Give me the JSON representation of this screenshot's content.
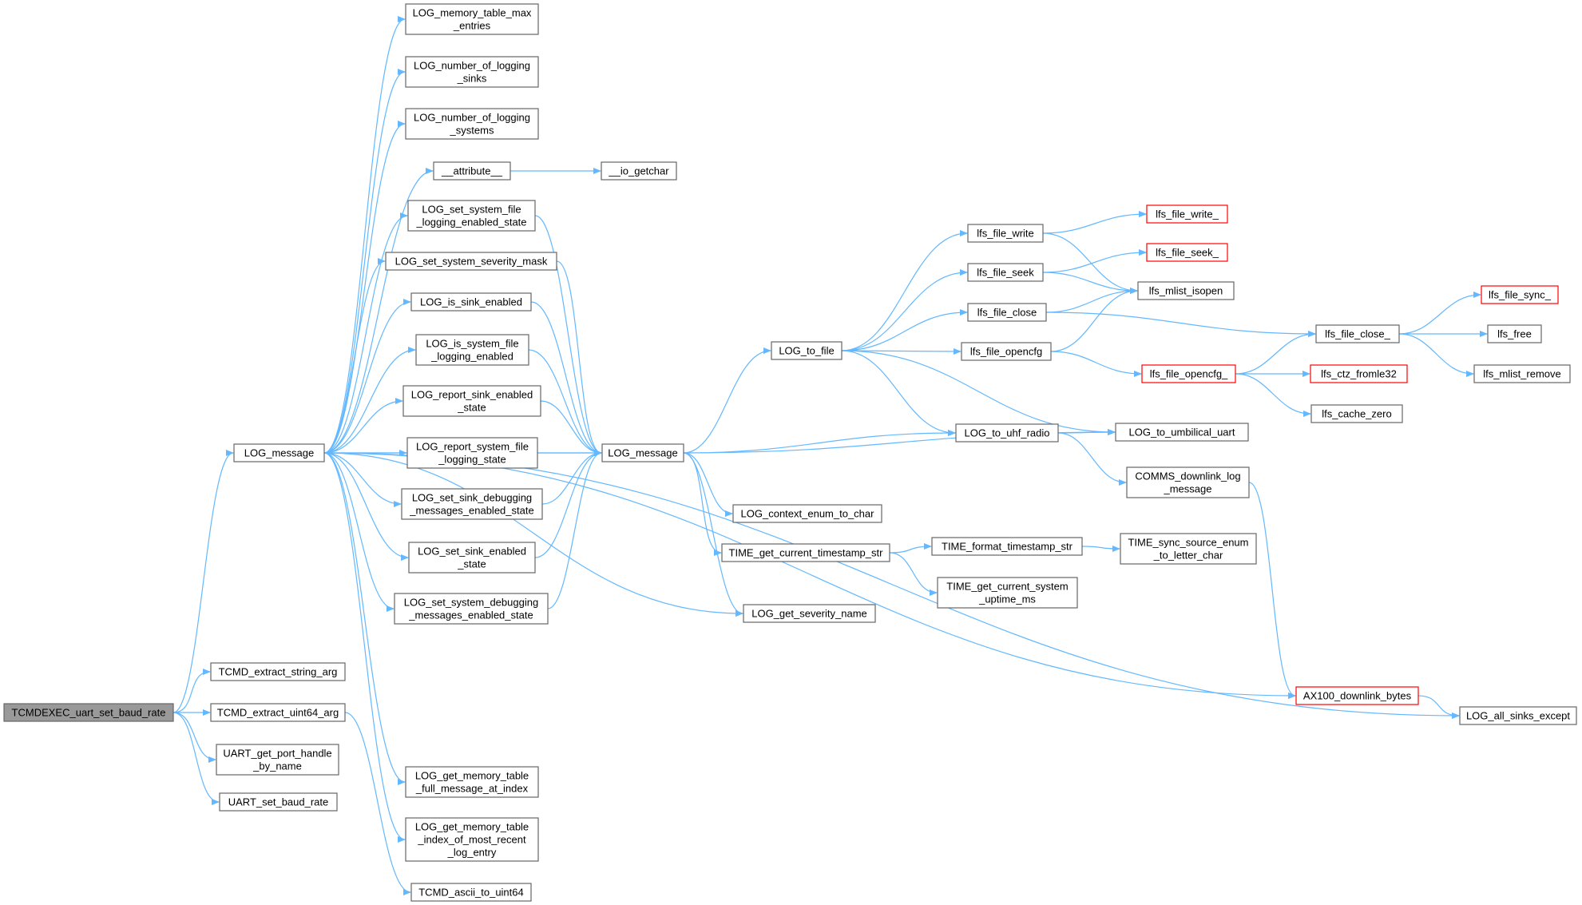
{
  "colors": {
    "edge": "#63b8ff",
    "node_border": "#666666",
    "root_fill": "#999999",
    "truncated_border": "#ff0000"
  },
  "nodes": [
    {
      "id": "root",
      "label": "TCMDEXEC_uart_set_baud_rate",
      "style": "root"
    },
    {
      "id": "msgA",
      "label": "LOG_message",
      "style": "normal"
    },
    {
      "id": "tstr",
      "label": "TCMD_extract_string_arg",
      "style": "normal"
    },
    {
      "id": "tu64",
      "label": "TCMD_extract_uint64_arg",
      "style": "normal"
    },
    {
      "id": "uph",
      "label": "UART_get_port_handle\n_by_name",
      "style": "normal"
    },
    {
      "id": "usbr",
      "label": "UART_set_baud_rate",
      "style": "normal"
    },
    {
      "id": "mtm",
      "label": "LOG_memory_table_max\n_entries",
      "style": "normal"
    },
    {
      "id": "nls",
      "label": "LOG_number_of_logging\n_sinks",
      "style": "normal"
    },
    {
      "id": "nlsy",
      "label": "LOG_number_of_logging\n_systems",
      "style": "normal"
    },
    {
      "id": "attr",
      "label": "__attribute__",
      "style": "normal"
    },
    {
      "id": "iog",
      "label": "__io_getchar",
      "style": "normal"
    },
    {
      "id": "ssfl",
      "label": "LOG_set_system_file\n_logging_enabled_state",
      "style": "normal"
    },
    {
      "id": "sssm",
      "label": "LOG_set_system_severity_mask",
      "style": "normal"
    },
    {
      "id": "ise",
      "label": "LOG_is_sink_enabled",
      "style": "normal"
    },
    {
      "id": "isfl",
      "label": "LOG_is_system_file\n_logging_enabled",
      "style": "normal"
    },
    {
      "id": "rse",
      "label": "LOG_report_sink_enabled\n_state",
      "style": "normal"
    },
    {
      "id": "rsfl",
      "label": "LOG_report_system_file\n_logging_state",
      "style": "normal"
    },
    {
      "id": "ssdm",
      "label": "LOG_set_sink_debugging\n_messages_enabled_state",
      "style": "normal"
    },
    {
      "id": "sse",
      "label": "LOG_set_sink_enabled\n_state",
      "style": "normal"
    },
    {
      "id": "ssydm",
      "label": "LOG_set_system_debugging\n_messages_enabled_state",
      "style": "normal"
    },
    {
      "id": "gmtf",
      "label": "LOG_get_memory_table\n_full_message_at_index",
      "style": "normal"
    },
    {
      "id": "gmti",
      "label": "LOG_get_memory_table\n_index_of_most_recent\n_log_entry",
      "style": "normal"
    },
    {
      "id": "a2u",
      "label": "TCMD_ascii_to_uint64",
      "style": "normal"
    },
    {
      "id": "msgB",
      "label": "LOG_message",
      "style": "normal"
    },
    {
      "id": "ltf",
      "label": "LOG_to_file",
      "style": "normal"
    },
    {
      "id": "lce",
      "label": "LOG_context_enum_to_char",
      "style": "normal"
    },
    {
      "id": "tgct",
      "label": "TIME_get_current_timestamp_str",
      "style": "normal"
    },
    {
      "id": "gsn",
      "label": "LOG_get_severity_name",
      "style": "normal"
    },
    {
      "id": "ffw",
      "label": "lfs_file_write",
      "style": "normal"
    },
    {
      "id": "ffs",
      "label": "lfs_file_seek",
      "style": "normal"
    },
    {
      "id": "ffc",
      "label": "lfs_file_close",
      "style": "normal"
    },
    {
      "id": "ffo",
      "label": "lfs_file_opencfg",
      "style": "normal"
    },
    {
      "id": "luhf",
      "label": "LOG_to_uhf_radio",
      "style": "normal"
    },
    {
      "id": "tfts",
      "label": "TIME_format_timestamp_str",
      "style": "normal"
    },
    {
      "id": "tgcsu",
      "label": "TIME_get_current_system\n_uptime_ms",
      "style": "normal"
    },
    {
      "id": "ffw_",
      "label": "lfs_file_write_",
      "style": "trunc"
    },
    {
      "id": "ffs_",
      "label": "lfs_file_seek_",
      "style": "trunc"
    },
    {
      "id": "mli",
      "label": "lfs_mlist_isopen",
      "style": "normal"
    },
    {
      "id": "ffo_",
      "label": "lfs_file_opencfg_",
      "style": "trunc"
    },
    {
      "id": "lum",
      "label": "LOG_to_umbilical_uart",
      "style": "normal"
    },
    {
      "id": "cdl",
      "label": "COMMS_downlink_log\n_message",
      "style": "normal"
    },
    {
      "id": "tss",
      "label": "TIME_sync_source_enum\n_to_letter_char",
      "style": "normal"
    },
    {
      "id": "ax",
      "label": "AX100_downlink_bytes",
      "style": "trunc"
    },
    {
      "id": "ffc_",
      "label": "lfs_file_close_",
      "style": "normal"
    },
    {
      "id": "ctz",
      "label": "lfs_ctz_fromle32",
      "style": "trunc"
    },
    {
      "id": "lcz",
      "label": "lfs_cache_zero",
      "style": "normal"
    },
    {
      "id": "ffsy",
      "label": "lfs_file_sync_",
      "style": "trunc"
    },
    {
      "id": "lfree",
      "label": "lfs_free",
      "style": "normal"
    },
    {
      "id": "mlr",
      "label": "lfs_mlist_remove",
      "style": "normal"
    },
    {
      "id": "lase",
      "label": "LOG_all_sinks_except",
      "style": "normal"
    }
  ],
  "edges": [
    [
      "root",
      "msgA"
    ],
    [
      "root",
      "tstr"
    ],
    [
      "root",
      "tu64"
    ],
    [
      "root",
      "uph"
    ],
    [
      "root",
      "usbr"
    ],
    [
      "msgA",
      "mtm"
    ],
    [
      "msgA",
      "nls"
    ],
    [
      "msgA",
      "nlsy"
    ],
    [
      "msgA",
      "attr"
    ],
    [
      "msgA",
      "ssfl"
    ],
    [
      "msgA",
      "sssm"
    ],
    [
      "msgA",
      "ise"
    ],
    [
      "msgA",
      "isfl"
    ],
    [
      "msgA",
      "rse"
    ],
    [
      "msgA",
      "rsfl"
    ],
    [
      "msgA",
      "ssdm"
    ],
    [
      "msgA",
      "sse"
    ],
    [
      "msgA",
      "ssydm"
    ],
    [
      "msgA",
      "gmtf"
    ],
    [
      "msgA",
      "gmti"
    ],
    [
      "msgA",
      "msgB"
    ],
    [
      "msgA",
      "gsn"
    ],
    [
      "msgA",
      "ax"
    ],
    [
      "msgA",
      "lase"
    ],
    [
      "tu64",
      "a2u"
    ],
    [
      "attr",
      "iog"
    ],
    [
      "ssfl",
      "msgB"
    ],
    [
      "sssm",
      "msgB"
    ],
    [
      "ise",
      "msgB"
    ],
    [
      "isfl",
      "msgB"
    ],
    [
      "rse",
      "msgB"
    ],
    [
      "rsfl",
      "msgB"
    ],
    [
      "ssdm",
      "msgB"
    ],
    [
      "sse",
      "msgB"
    ],
    [
      "ssydm",
      "msgB"
    ],
    [
      "msgB",
      "ltf"
    ],
    [
      "msgB",
      "lce"
    ],
    [
      "msgB",
      "tgct"
    ],
    [
      "msgB",
      "gsn"
    ],
    [
      "msgB",
      "luhf"
    ],
    [
      "msgB",
      "lum"
    ],
    [
      "ltf",
      "ffw"
    ],
    [
      "ltf",
      "ffs"
    ],
    [
      "ltf",
      "ffc"
    ],
    [
      "ltf",
      "ffo"
    ],
    [
      "ltf",
      "luhf"
    ],
    [
      "ltf",
      "lum"
    ],
    [
      "ffw",
      "ffw_"
    ],
    [
      "ffw",
      "mli"
    ],
    [
      "ffs",
      "ffs_"
    ],
    [
      "ffs",
      "mli"
    ],
    [
      "ffc",
      "mli"
    ],
    [
      "ffc",
      "ffc_"
    ],
    [
      "ffo",
      "mli"
    ],
    [
      "ffo",
      "ffo_"
    ],
    [
      "ffo_",
      "ffc_"
    ],
    [
      "ffo_",
      "ctz"
    ],
    [
      "ffo_",
      "lcz"
    ],
    [
      "ffc_",
      "ffsy"
    ],
    [
      "ffc_",
      "lfree"
    ],
    [
      "ffc_",
      "mlr"
    ],
    [
      "luhf",
      "lum"
    ],
    [
      "luhf",
      "cdl"
    ],
    [
      "cdl",
      "ax"
    ],
    [
      "tgct",
      "tfts"
    ],
    [
      "tgct",
      "tgcsu"
    ],
    [
      "tfts",
      "tss"
    ],
    [
      "ax",
      "lase"
    ]
  ]
}
